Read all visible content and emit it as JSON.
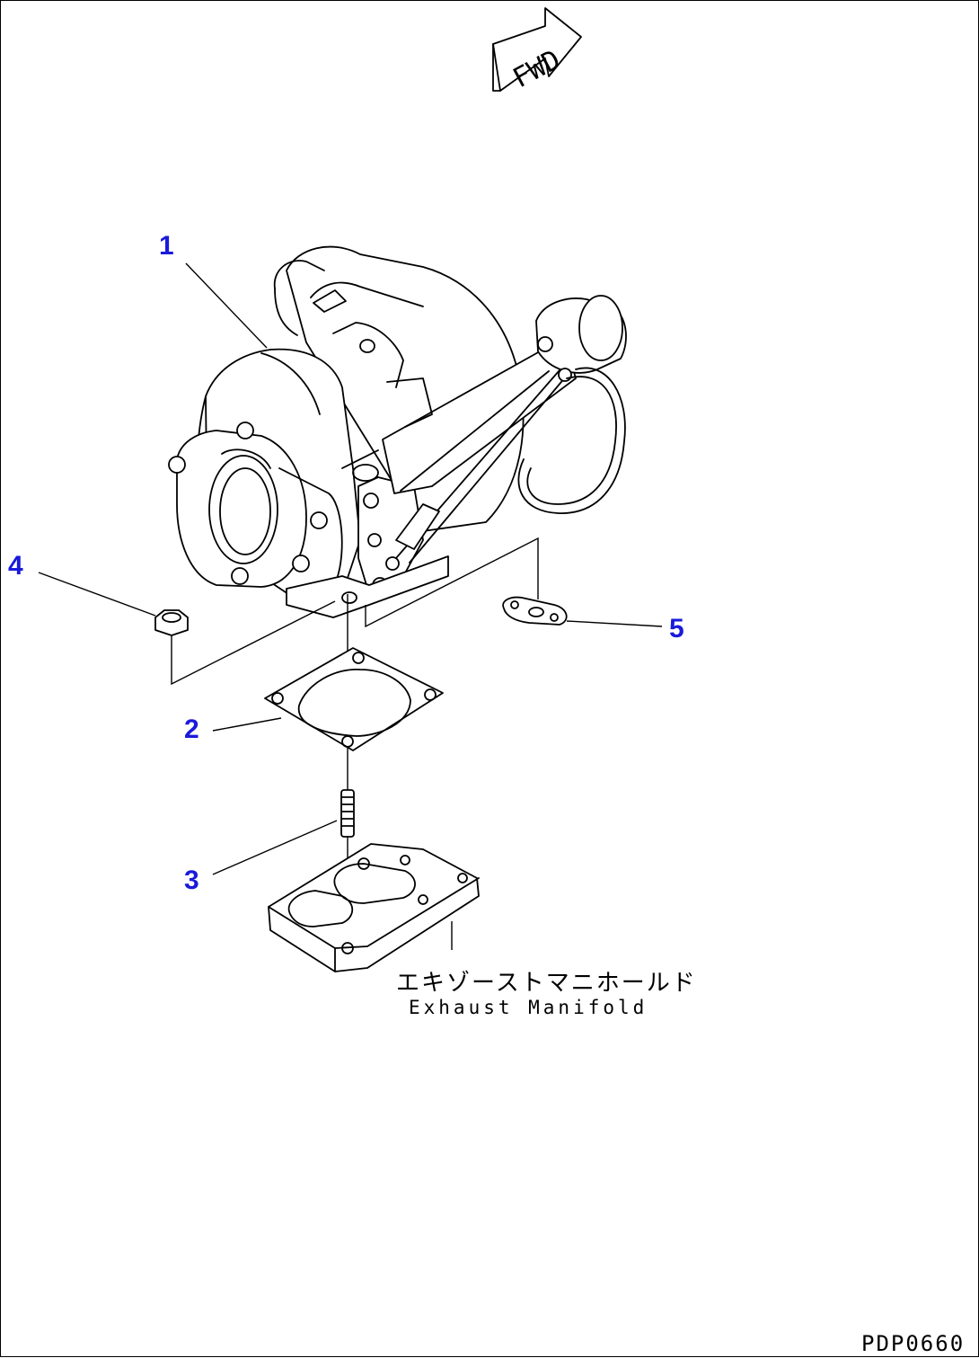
{
  "accent_color": "#1a1adb",
  "fwd_label": "FWD",
  "callouts": [
    {
      "num": "1"
    },
    {
      "num": "2"
    },
    {
      "num": "3"
    },
    {
      "num": "4"
    },
    {
      "num": "5"
    }
  ],
  "manifold_label_jp": "エキゾーストマニホールド",
  "manifold_label_en": "Exhaust Manifold",
  "drawing_id": "PDP0660"
}
